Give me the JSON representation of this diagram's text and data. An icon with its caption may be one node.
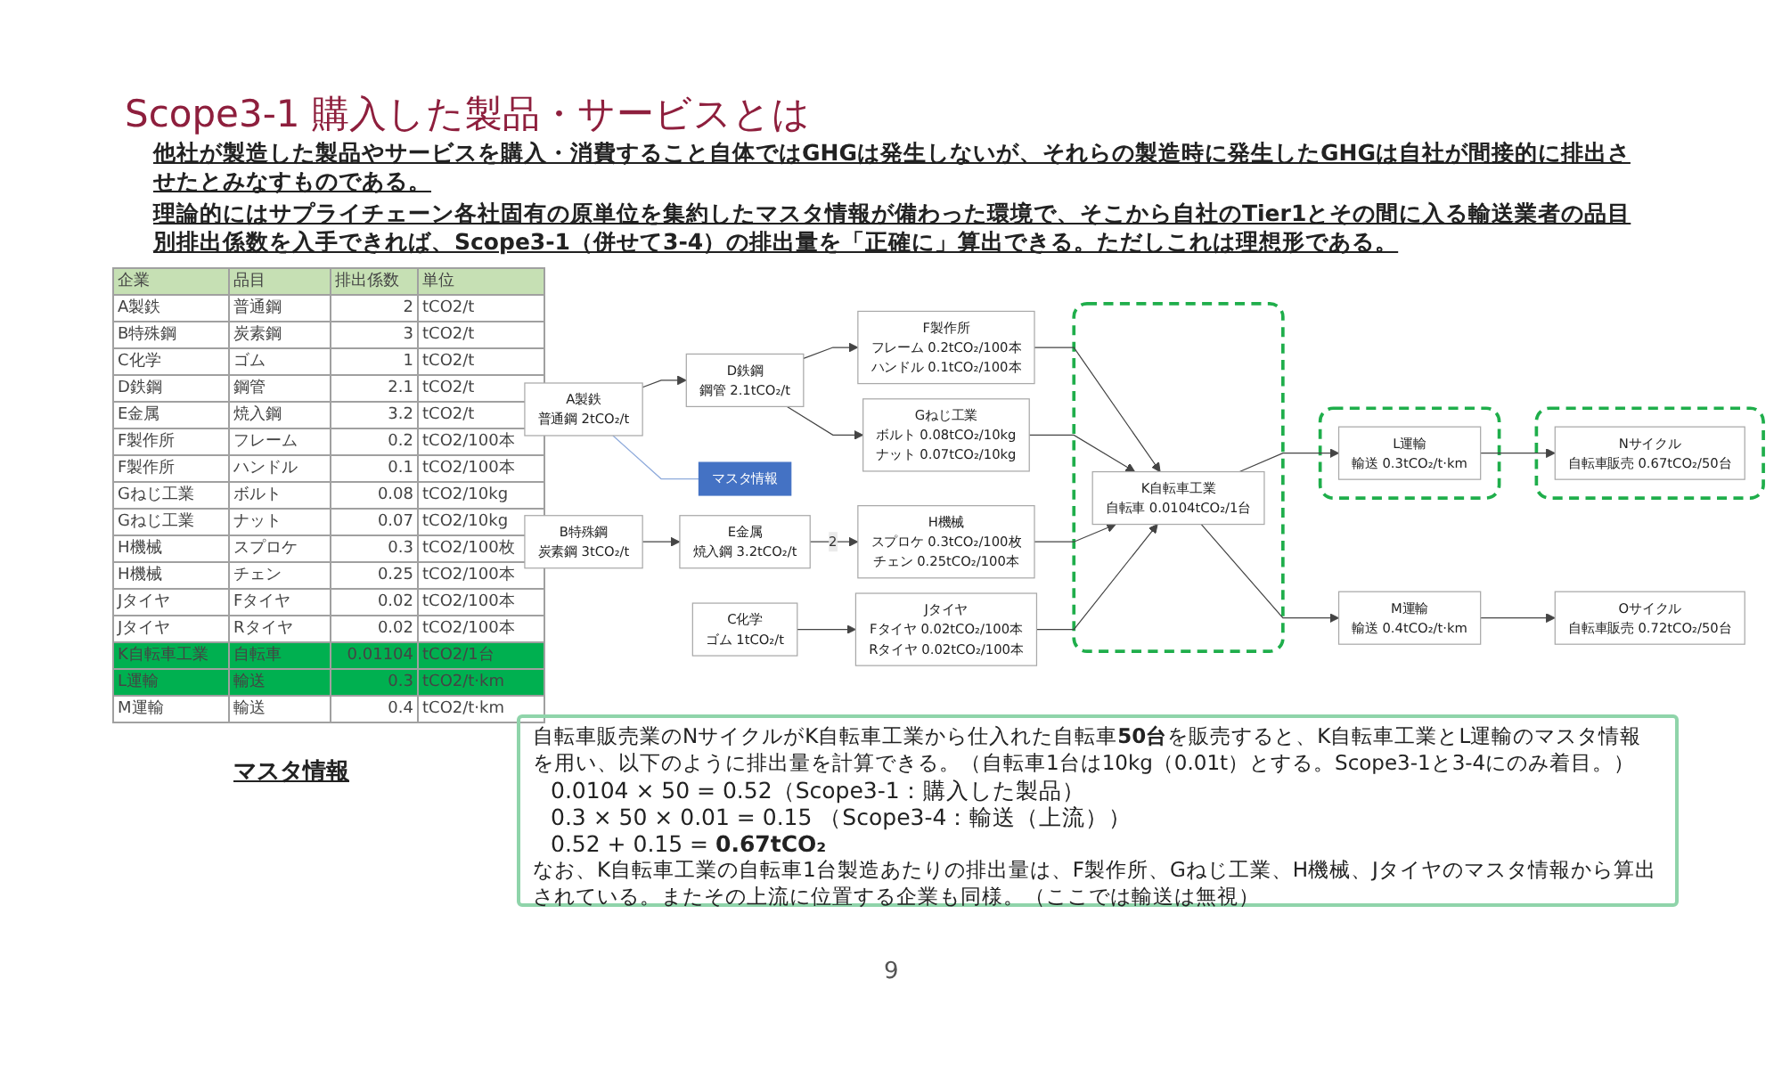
{
  "diagram": {
    "title": "Scope3-1 購入した製品・サービスとは",
    "nodes": [
      {
        "text": [
          "A製鉄",
          "普通鋼 2tCO₂/t"
        ]
      },
      {
        "text": [
          "D鉄鋼",
          "鋼管 2.1tCO₂/t"
        ]
      },
      {
        "text": [
          "F製作所",
          "フレーム 0.2tCO₂/100本",
          "ハンドル 0.1tCO₂/100本"
        ]
      },
      {
        "text": [
          "マスタ情報"
        ]
      },
      {
        "text": [
          "Gねじ工業",
          "ボルト 0.08tCO₂/10kg",
          "ナット 0.07tCO₂/10kg"
        ]
      },
      {
        "text": [
          "B特殊鋼",
          "炭素鋼 3tCO₂/t"
        ]
      },
      {
        "text": [
          "E金属",
          "焼入鋼 3.2tCO₂/t"
        ]
      },
      {
        "text": [
          "H機械",
          "スプロケ 0.3tCO₂/100枚",
          "チェン 0.25tCO₂/100本"
        ]
      },
      {
        "text": [
          "C化学",
          "ゴム 1tCO₂/t"
        ]
      },
      {
        "text": [
          "Jタイヤ",
          "Fタイヤ 0.02tCO₂/100本",
          "Rタイヤ 0.02tCO₂/100本"
        ]
      },
      {
        "text": [],
        "shape": "box"
      },
      {
        "text": [
          "K自転車工業",
          "自転車 0.0104tCO₂/1台"
        ],
        "in": 10
      },
      {
        "text": [],
        "shape": "box"
      },
      {
        "text": [
          "L運輸",
          "輸送 0.3tCO₂/t·km"
        ],
        "in": 12
      },
      {
        "text": [],
        "shape": "box"
      },
      {
        "text": [
          "Nサイクル",
          "自転車販売 0.67tCO₂/50台"
        ],
        "in": 14
      },
      {
        "text": [
          "M運輸",
          "輸送 0.4tCO₂/t·km"
        ]
      },
      {
        "text": [
          "Oサイクル",
          "自転車販売 0.72tCO₂/50台"
        ]
      }
    ],
    "edges": [
      {
        "from": 0,
        "to": 1,
        "arrow": "to"
      },
      {
        "from": 1,
        "to": 2,
        "arrow": "to"
      },
      {
        "from": 1,
        "to": 4,
        "arrow": "to"
      },
      {
        "from": 5,
        "to": 6,
        "arrow": "to"
      },
      {
        "from": 6,
        "to": 7,
        "arrow": "to",
        "label": "2"
      },
      {
        "from": 8,
        "to": 9,
        "arrow": "to"
      },
      {
        "from": 2,
        "to": 11,
        "arrow": "to"
      },
      {
        "from": 4,
        "to": 11,
        "arrow": "to"
      },
      {
        "from": 7,
        "to": 11,
        "arrow": "to"
      },
      {
        "from": 9,
        "to": 11,
        "arrow": "to"
      },
      {
        "from": 11,
        "to": 13,
        "arrow": "to"
      },
      {
        "from": 11,
        "to": 16,
        "arrow": "to"
      },
      {
        "from": 13,
        "to": 15,
        "arrow": "to"
      },
      {
        "from": 16,
        "to": 17,
        "arrow": "to"
      },
      {
        "from": 0,
        "to": 3,
        "arrow": "none",
        "color": "#8eaadb"
      }
    ],
    "labels": [
      "他社が製造した製品やサービスを購入・消費すること自体ではGHGは発生しないが、それらの製造時に発生したGHGは自社が間接的に排出させたとみなすものである。",
      "理論的にはサプライチェーン各社固有の原単位を集約したマスタ情報が備わった環境で、そこから自社のTier1とその間に入る輸送業者の品目別排出係数を入手できれば、Scope3-1（併せて3-4）の排出量を「正確に」算出できる。ただしこれは理想形である。",
      "企業",
      "品目",
      "排出係数",
      "単位",
      "A製鉄",
      "普通鋼",
      "2",
      "tCO2/t",
      "B特殊鋼",
      "炭素鋼",
      "3",
      "tCO2/t",
      "C化学",
      "ゴム",
      "1",
      "tCO2/t",
      "D鉄鋼",
      "鋼管",
      "2.1",
      "tCO2/t",
      "E金属",
      "焼入鋼",
      "3.2",
      "tCO2/t",
      "F製作所",
      "フレーム",
      "0.2",
      "tCO2/100本",
      "F製作所",
      "ハンドル",
      "0.1",
      "tCO2/100本",
      "Gねじ工業",
      "ボルト",
      "0.08",
      "tCO2/10kg",
      "Gねじ工業",
      "ナット",
      "0.07",
      "tCO2/10kg",
      "H機械",
      "スプロケ",
      "0.3",
      "tCO2/100枚",
      "H機械",
      "チェン",
      "0.25",
      "tCO2/100本",
      "Jタイヤ",
      "Fタイヤ",
      "0.02",
      "tCO2/100本",
      "Jタイヤ",
      "Rタイヤ",
      "0.02",
      "tCO2/100本",
      "K自転車工業",
      "自転車",
      "0.01104",
      "tCO2/1台",
      "L運輸",
      "輸送",
      "0.3",
      "tCO2/t·km",
      "M運輸",
      "輸送",
      "0.4",
      "tCO2/t·km",
      "マスタ情報",
      "自転車販売業のNサイクルがK自転車工業から仕入れた自転車**50台**を販売すると、K自転車工業とL運輸のマスタ情報を用い、以下のように排出量を計算できる。（自転車1台は10kg（0.01t）とする。Scope3-1と3-4にのみ着目。）",
      "0.0104 × 50 = 0.52（Scope3-1：購入した製品）",
      "0.3 × 50 × 0.01 = 0.15 （Scope3-4：輸送（上流））",
      "0.52 + 0.15 = **0.67tCO₂**",
      "なお、K自転車工業の自転車1台製造あたりの排出量は、F製作所、Gねじ工業、H機械、Jタイヤのマスタ情報から算出されている。またその上流に位置する企業も同様。（ここでは輸送は無視）",
      "9"
    ]
  }
}
